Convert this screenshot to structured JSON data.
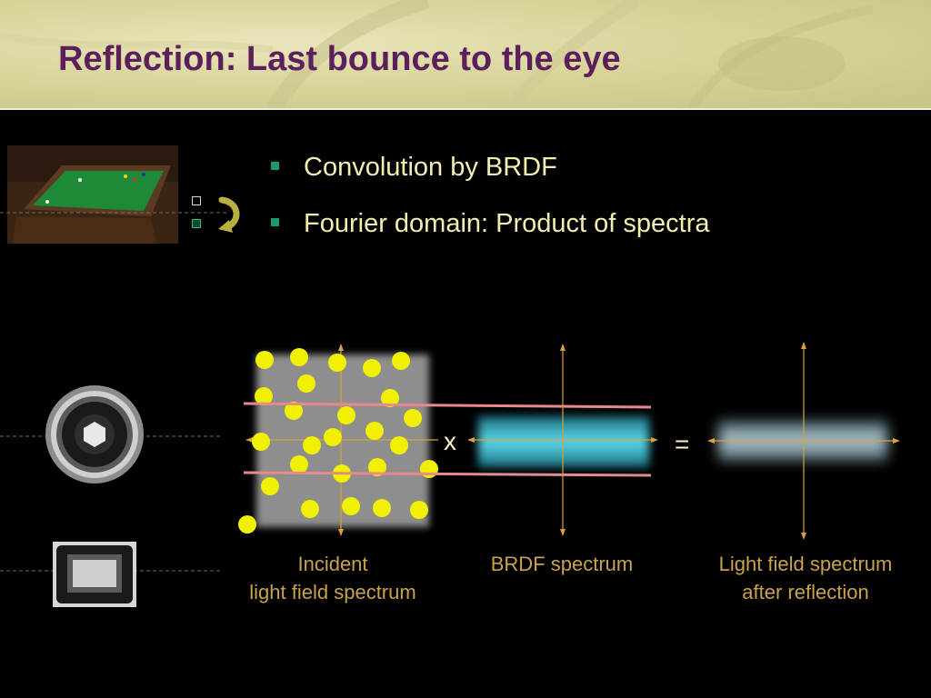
{
  "slide": {
    "title": "Reflection: Last bounce to the eye"
  },
  "bullets": [
    {
      "text": "Convolution by BRDF"
    },
    {
      "text": "Fourier domain: Product of spectra"
    }
  ],
  "diagram": {
    "operator_multiply": "x",
    "operator_equals": "=",
    "captions": {
      "incident_line1": "Incident",
      "incident_line2": "light field spectrum",
      "brdf": "BRDF spectrum",
      "result_line1": "Light field spectrum",
      "result_line2": "after reflection"
    }
  },
  "colors": {
    "title": "#5b1f5c",
    "bullet_text": "#f3efb0",
    "bullet_marker": "#1a9a6a",
    "caption": "#c9a24a",
    "dots": "#f0f000",
    "axis": "#d9a23a",
    "pink_lines": "#e88a8a",
    "brdf_band": "#4fd6e6"
  },
  "icons": {
    "pool_table": "pool-table-photo",
    "lens": "camera-lens-photo",
    "sensor": "camera-sensor-photo",
    "curved_arrow": "curved-arrow-icon"
  }
}
